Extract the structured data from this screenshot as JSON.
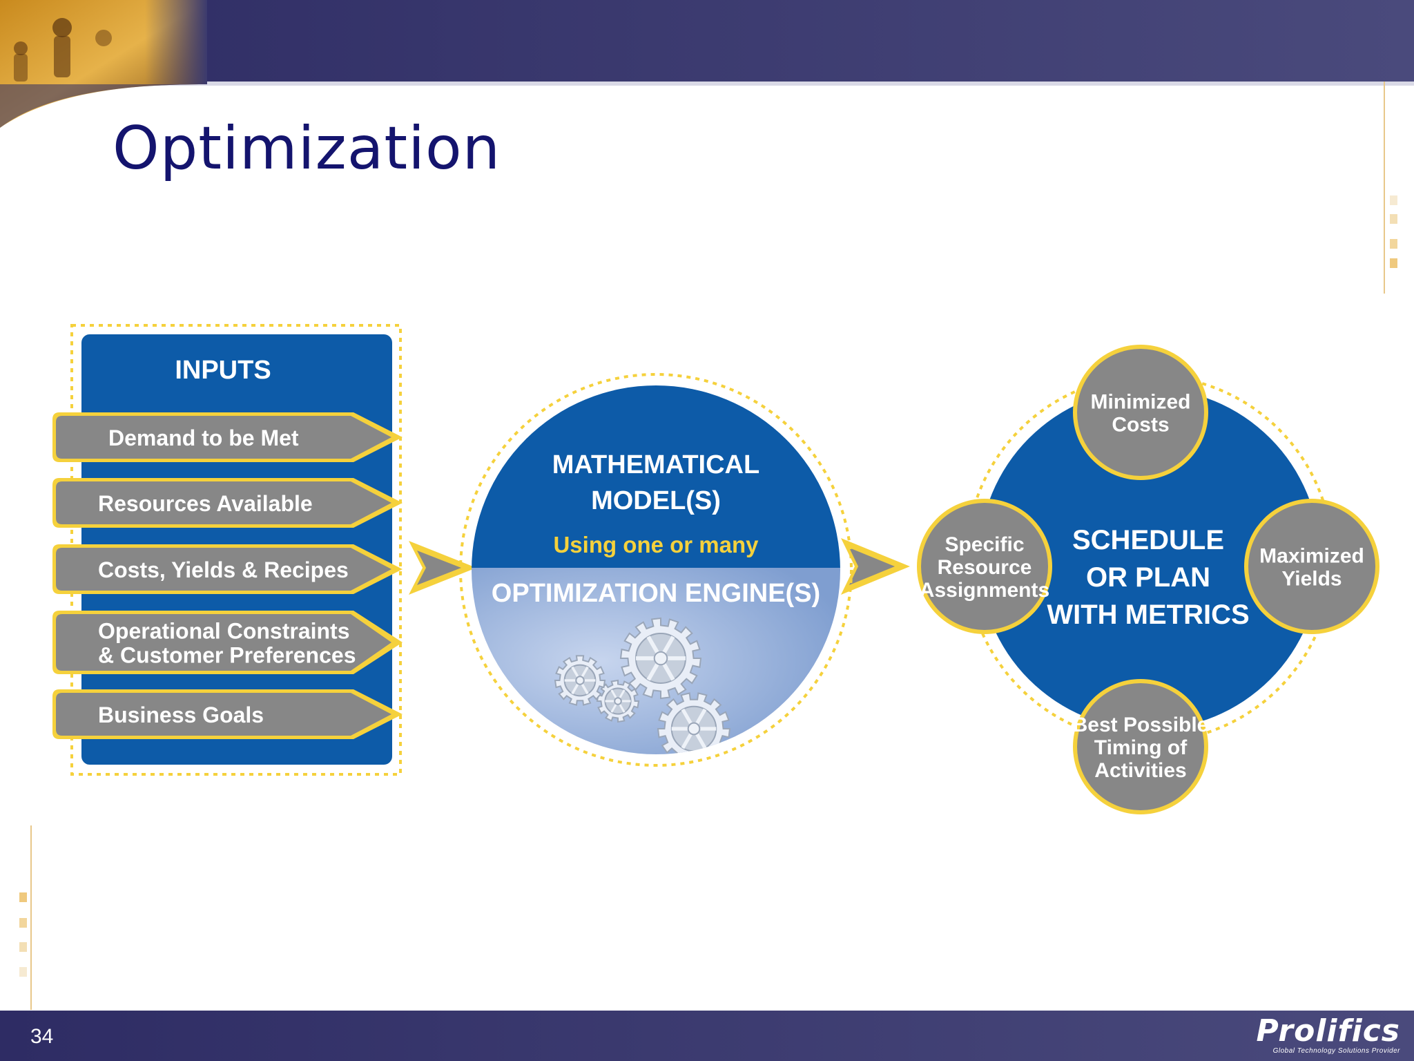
{
  "slide": {
    "title": "Optimization",
    "page_number": "34",
    "logo": {
      "name": "Prolifics",
      "tagline": "Global Technology Solutions Provider"
    }
  },
  "colors": {
    "banner": "#3b3a6e",
    "title": "#14146e",
    "blue": "#0d5ba8",
    "light_blue": "#7f9ed0",
    "gray": "#878787",
    "yellow": "#f5d13c"
  },
  "inputs": {
    "heading": "INPUTS",
    "items": [
      {
        "lines": [
          "Demand to be Met"
        ]
      },
      {
        "lines": [
          "Resources Available"
        ]
      },
      {
        "lines": [
          "Costs, Yields & Recipes"
        ]
      },
      {
        "lines": [
          "Operational Constraints",
          "& Customer Preferences"
        ]
      },
      {
        "lines": [
          "Business Goals"
        ]
      }
    ]
  },
  "model": {
    "title_lines": [
      "MATHEMATICAL",
      "MODEL(S)"
    ],
    "subtitle": "Using one or many",
    "engine": "OPTIMIZATION ENGINE(S)",
    "icon": "gears-icon"
  },
  "output": {
    "center_lines": [
      "SCHEDULE",
      "OR PLAN",
      "WITH METRICS"
    ],
    "satellites": [
      {
        "id": "top",
        "lines": [
          "Minimized",
          "Costs"
        ]
      },
      {
        "id": "right",
        "lines": [
          "Maximized",
          "Yields"
        ]
      },
      {
        "id": "bottom",
        "lines": [
          "Best Possible",
          "Timing of",
          "Activities"
        ]
      },
      {
        "id": "left",
        "lines": [
          "Specific",
          "Resource",
          "Assignments"
        ]
      }
    ]
  }
}
